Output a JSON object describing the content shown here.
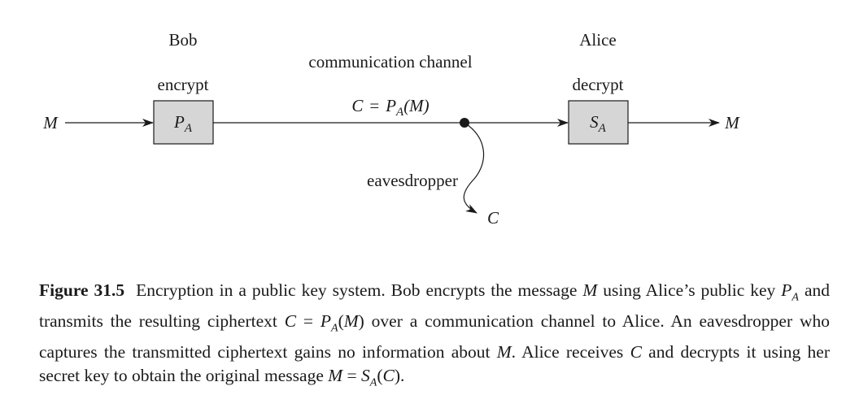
{
  "diagram": {
    "bob_label": "Bob",
    "alice_label": "Alice",
    "channel_label": "communication channel",
    "encrypt_label": "encrypt",
    "decrypt_label": "decrypt",
    "input_message": "M",
    "output_message": "M",
    "encrypt_box": {
      "symbol": "P",
      "subscript": "A"
    },
    "decrypt_box": {
      "symbol": "S",
      "subscript": "A"
    },
    "ciphertext_equation": {
      "lhs": "C",
      "eq": "=",
      "func": "P",
      "subscript": "A",
      "arg": "(M)"
    },
    "eavesdropper_label": "eavesdropper",
    "eavesdropper_output": "C",
    "colors": {
      "box_fill": "#d6d6d6",
      "line": "#1a1a1a"
    }
  },
  "caption": {
    "figure_number": "Figure 31.5",
    "text": "Encryption in a public key system. Bob encrypts the message M using Alice’s public key P_A and transmits the resulting ciphertext C = P_A(M) over a communication channel to Alice. An eavesdropper who captures the transmitted ciphertext gains no information about M. Alice receives C and decrypts it using her secret key to obtain the original message M = S_A(C)."
  }
}
